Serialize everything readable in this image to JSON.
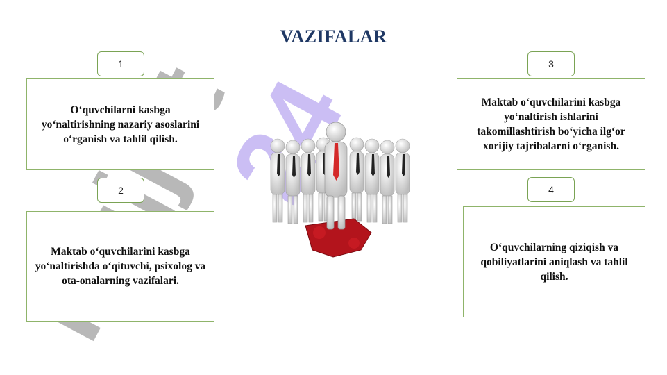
{
  "slide": {
    "title": "VAZIFALAR",
    "items": [
      {
        "number": "1",
        "text": "O‘quvchilarni kasbga yo‘naltirishning nazariy asoslarini o‘rganish va tahlil qilish."
      },
      {
        "number": "2",
        "text": "Maktab o‘quvchilarini kasbga yo‘naltirishda o‘qituvchi, psixolog va ota-onalarning vazifalari."
      },
      {
        "number": "3",
        "text": "Maktab o‘quvchilarini kasbga yo‘naltirish ishlarini takomillashtirish bo‘yicha ilg‘or xorijiy tajribalarni o‘rganish."
      },
      {
        "number": "4",
        "text": "O‘quvchilarning qiziqish va qobiliyatlarini aniqlash va tahlil qilish."
      }
    ],
    "watermark_text": "Hujjat 24",
    "colors": {
      "title": "#1f3864",
      "border": "#8fb46a",
      "leader_tie": "#d42a2a",
      "puzzle": "#b3141c",
      "watermark": "#b9a8f0"
    }
  }
}
